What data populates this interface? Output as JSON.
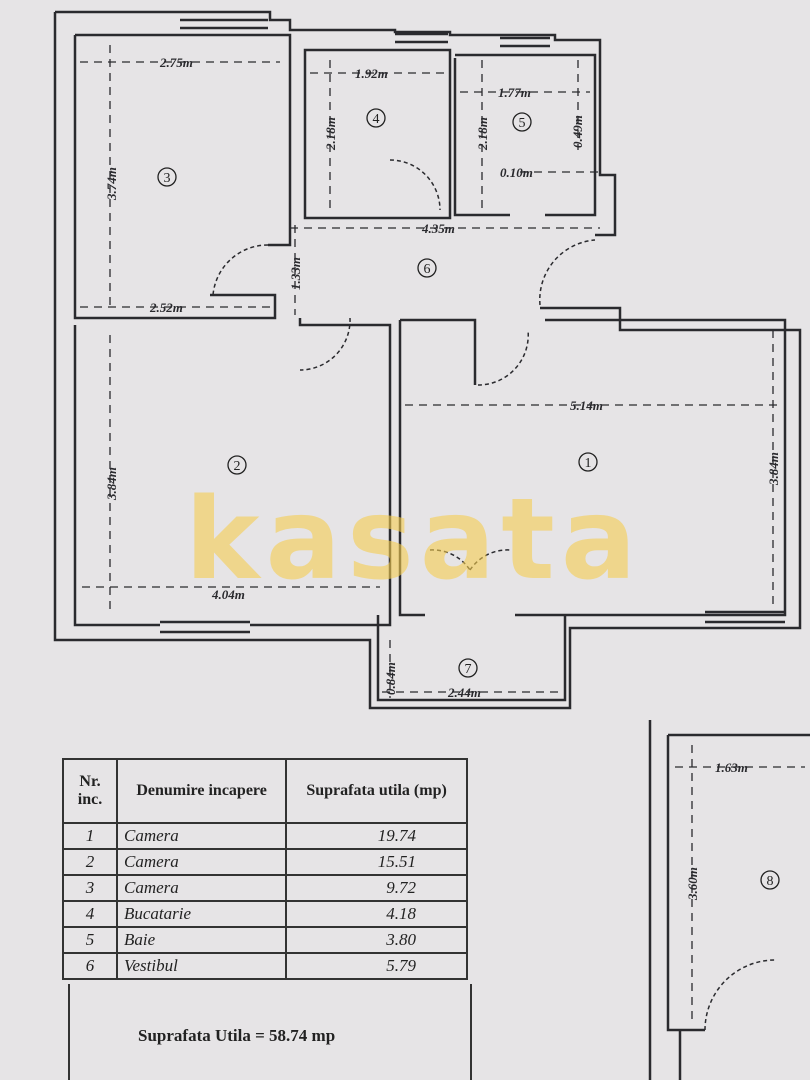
{
  "watermark": "kasata",
  "rooms": [
    {
      "number": "1"
    },
    {
      "number": "2"
    },
    {
      "number": "3"
    },
    {
      "number": "4"
    },
    {
      "number": "5"
    },
    {
      "number": "6"
    },
    {
      "number": "7"
    },
    {
      "number": "8"
    }
  ],
  "dimensions": {
    "r3_width_top": "2.75m",
    "r3_height": "3.74m",
    "r3_width_bottom": "2.52m",
    "r4_width": "1.92m",
    "r4_height": "2.18m",
    "r5_width": "1.77m",
    "r5_height": "2.18m",
    "r5_side": "0.49m",
    "r5_gap": "0.10m",
    "r6_width": "4.35m",
    "r6_height": "1.33m",
    "r1_width": "5.14m",
    "r1_height": "3.84m",
    "r2_height": "3.84m",
    "r2_width": "4.04m",
    "r7_height": "0.84m",
    "r7_width": "2.44m",
    "r8_width": "1.63m",
    "r8_height": "3.60m"
  },
  "table": {
    "headers": [
      "Nr. inc.",
      "Denumire incapere",
      "Suprafata utila (mp)"
    ],
    "rows": [
      [
        "1",
        "Camera",
        "19.74"
      ],
      [
        "2",
        "Camera",
        "15.51"
      ],
      [
        "3",
        "Camera",
        "9.72"
      ],
      [
        "4",
        "Bucatarie",
        "4.18"
      ],
      [
        "5",
        "Baie",
        "3.80"
      ],
      [
        "6",
        "Vestibul",
        "5.79"
      ]
    ],
    "total": "Suprafata  Utila = 58.74 mp"
  },
  "colors": {
    "watermark": "#f5cd50",
    "walls": "#2a2a2e",
    "paper": "#e6e4e6"
  }
}
